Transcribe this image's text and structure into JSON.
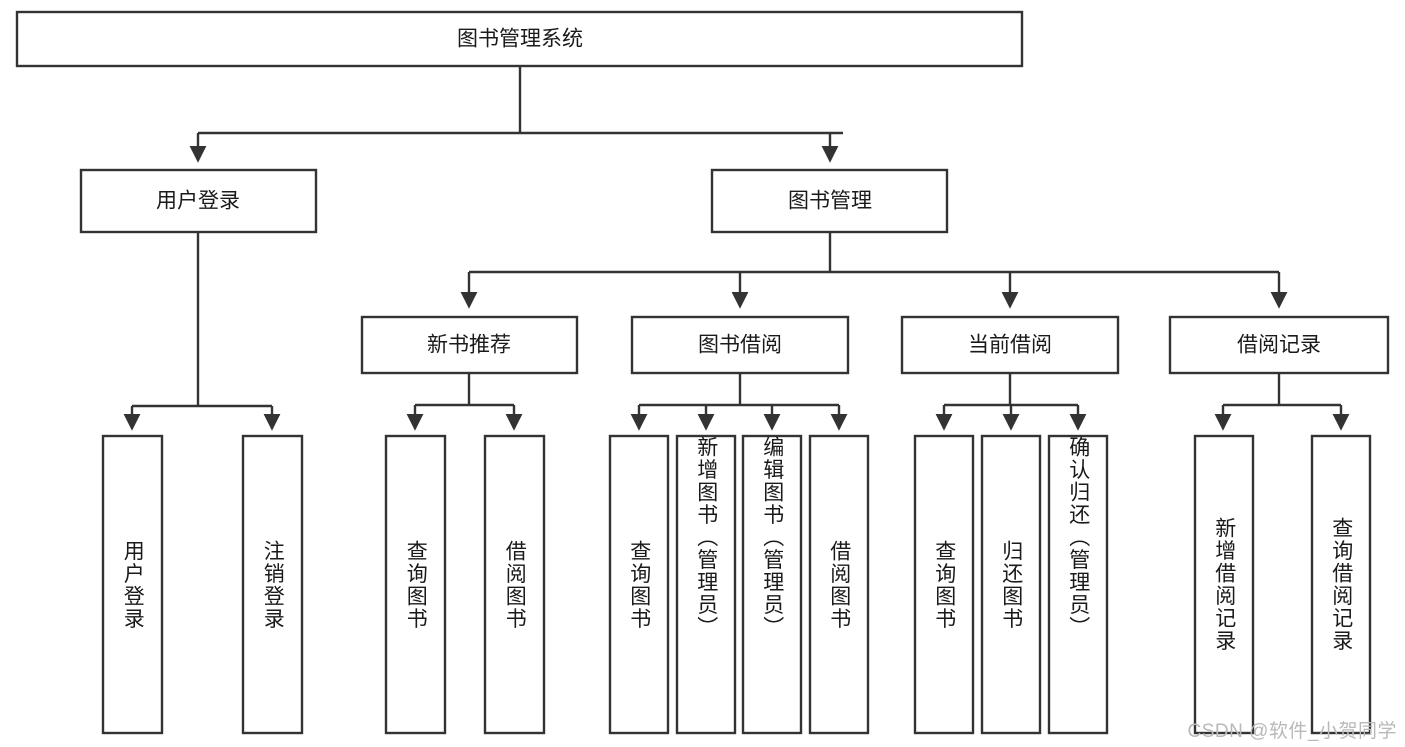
{
  "diagram": {
    "type": "tree-hierarchy",
    "title": "图书管理系统",
    "orientation": "top-down",
    "watermark": "CSDN @软件_小贺同学",
    "colors": {
      "stroke": "#333333",
      "fill": "#ffffff",
      "text": "#1a1a1a",
      "watermark": "#b9b9b9",
      "background": "#ffffff"
    },
    "levels": {
      "root": {
        "label": "图书管理系统"
      },
      "level2": [
        {
          "label": "用户登录"
        },
        {
          "label": "图书管理"
        }
      ],
      "level3": [
        {
          "label": "新书推荐"
        },
        {
          "label": "图书借阅"
        },
        {
          "label": "当前借阅"
        },
        {
          "label": "借阅记录"
        }
      ],
      "leaves": {
        "user_login": [
          {
            "label": "用户登录"
          },
          {
            "label": "注销登录"
          }
        ],
        "new_book_recommend": [
          {
            "label": "查询图书"
          },
          {
            "label": "借阅图书"
          }
        ],
        "book_borrow": [
          {
            "label": "查询图书"
          },
          {
            "label": "新增图书（管理员）"
          },
          {
            "label": "编辑图书（管理员）"
          },
          {
            "label": "借阅图书"
          }
        ],
        "current_borrow": [
          {
            "label": "查询图书"
          },
          {
            "label": "归还图书"
          },
          {
            "label": "确认归还（管理员）"
          }
        ],
        "borrow_record": [
          {
            "label": "新增借阅记录"
          },
          {
            "label": "查询借阅记录"
          }
        ]
      }
    }
  }
}
